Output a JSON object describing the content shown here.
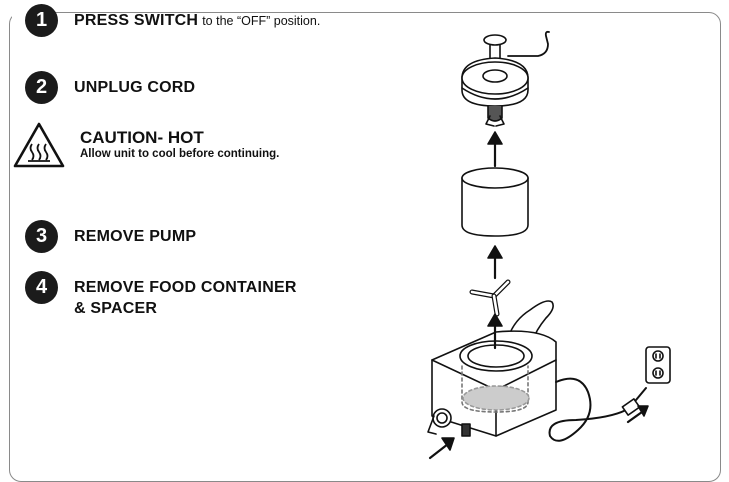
{
  "steps": [
    {
      "number": "1",
      "label": "PRESS SWITCH",
      "suffix": "to the “OFF” position."
    },
    {
      "number": "2",
      "label": "UNPLUG CORD"
    },
    {
      "number": "3",
      "label": "REMOVE PUMP"
    },
    {
      "number": "4",
      "label": "REMOVE FOOD CONTAINER",
      "label_line2": "& SPACER"
    }
  ],
  "caution": {
    "title": "CAUTION- HOT",
    "body": "Allow unit to cool before continuing.",
    "icon": "hot-surface-warning-icon"
  },
  "illustration": {
    "parts": [
      "pump",
      "food-container",
      "spacer",
      "warmer-base",
      "power-cord",
      "wall-outlet"
    ]
  }
}
